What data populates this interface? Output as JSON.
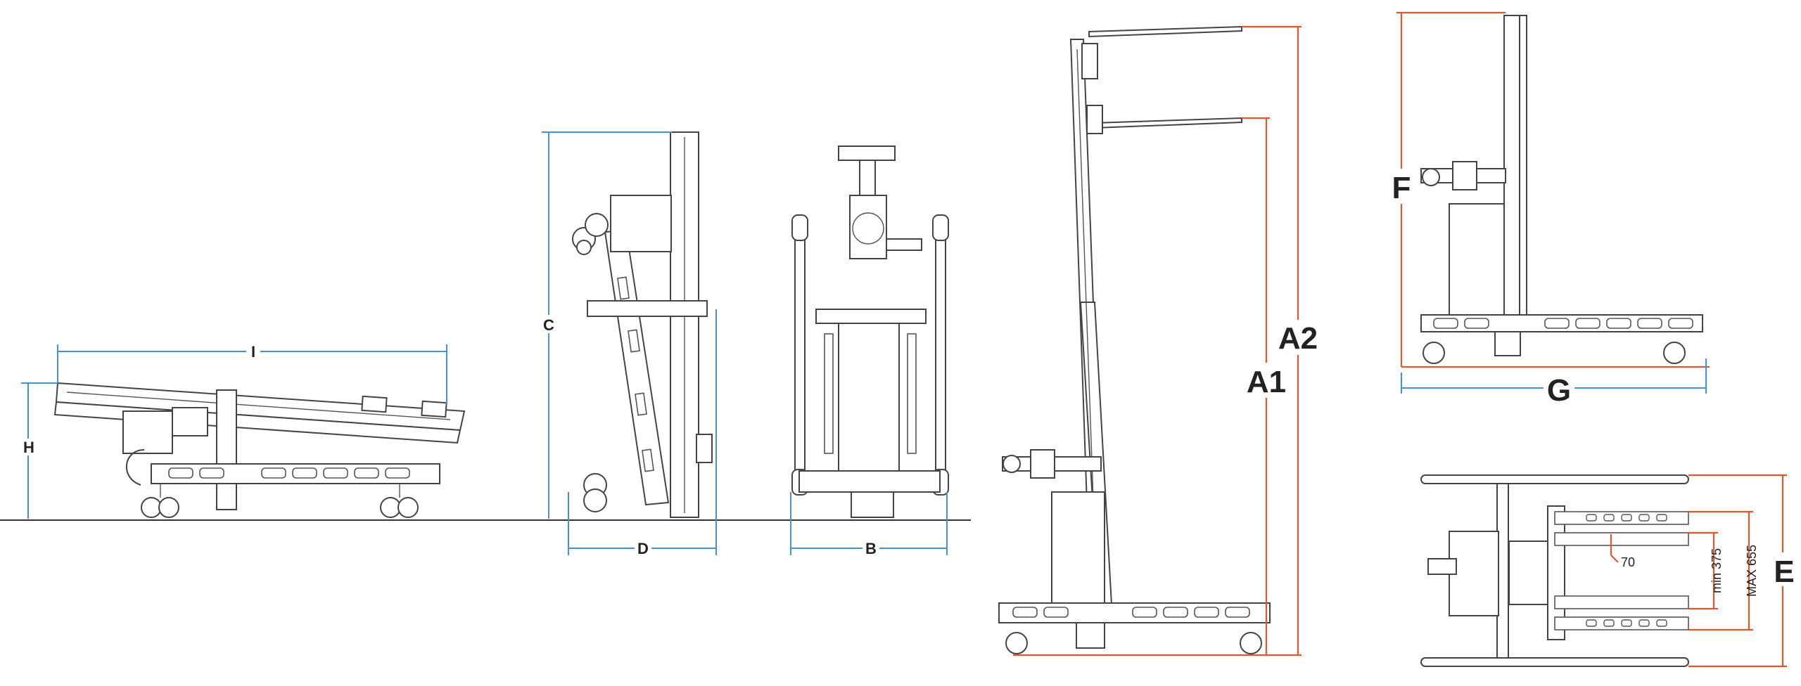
{
  "labels": {
    "I": "I",
    "H": "H",
    "C": "C",
    "D": "D",
    "B": "B",
    "A1": "A1",
    "A2": "A2",
    "F": "F",
    "G": "G",
    "E": "E",
    "gap": "70",
    "min": "min 375",
    "max": "MAX 655"
  },
  "colors": {
    "dimension_blue": "#4a90d9",
    "dimension_orange": "#e2572b",
    "drawing": "#444444"
  }
}
